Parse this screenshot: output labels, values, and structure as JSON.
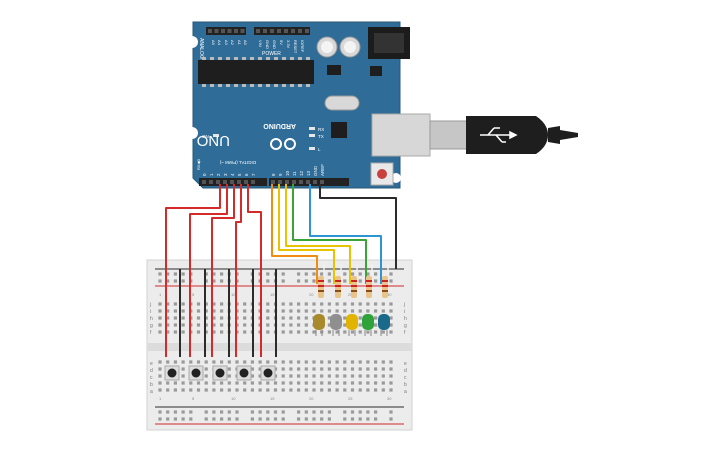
{
  "board": {
    "brand": "ARDUINO",
    "model": "UNO",
    "analog_header": "ANALOG IN",
    "power_header": "POWER",
    "digital_header": "DIGITAL (PWM ~)",
    "analog_pins": [
      "A5",
      "A4",
      "A3",
      "A2",
      "A1",
      "A0"
    ],
    "power_pins": [
      "VIN",
      "GND",
      "GND",
      "5V",
      "3.3V",
      "RESET",
      "IOREF"
    ],
    "digital_pins": [
      "0",
      "1",
      "2",
      "3",
      "4",
      "5",
      "6",
      "7",
      "8",
      "9",
      "10",
      "11",
      "12",
      "13",
      "GND",
      "AREF"
    ],
    "led_labels": [
      "RX",
      "TX",
      "L",
      "ON"
    ],
    "comm_labels": [
      "RX◀0",
      "TX▶1"
    ]
  },
  "breadboard": {
    "row_letters_top": [
      "a",
      "b",
      "c",
      "d",
      "e"
    ],
    "row_letters_mid": [
      "f",
      "g",
      "h",
      "i",
      "j"
    ],
    "col_numbers": [
      "1",
      "5",
      "10",
      "15",
      "20",
      "25",
      "30"
    ]
  },
  "colors": {
    "board": "#2f6c98",
    "wire_red": "#d42a2a",
    "wire_black": "#2b2b2b",
    "wire_orange": "#ef8c13",
    "wire_yellow": "#e8c400",
    "wire_green": "#3aa438",
    "wire_blue": "#2d95d2",
    "led_colors": [
      "#a88a2c",
      "#8f8f8f",
      "#e0b400",
      "#2ea33a",
      "#1a6a8c"
    ]
  }
}
